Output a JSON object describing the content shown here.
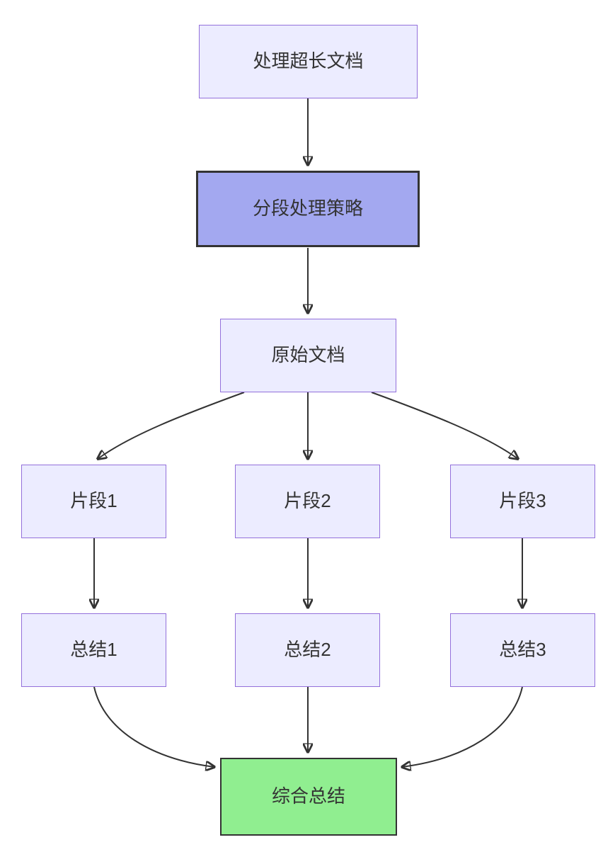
{
  "diagram": {
    "type": "flowchart-top-down",
    "nodes": {
      "start": {
        "label": "处理超长文档",
        "style": "default"
      },
      "strategy": {
        "label": "分段处理策略",
        "style": "highlight"
      },
      "original": {
        "label": "原始文档",
        "style": "default"
      },
      "fragment1": {
        "label": "片段1",
        "style": "default"
      },
      "fragment2": {
        "label": "片段2",
        "style": "default"
      },
      "fragment3": {
        "label": "片段3",
        "style": "default"
      },
      "summary1": {
        "label": "总结1",
        "style": "default"
      },
      "summary2": {
        "label": "总结2",
        "style": "default"
      },
      "summary3": {
        "label": "总结3",
        "style": "default"
      },
      "final": {
        "label": "综合总结",
        "style": "success"
      }
    },
    "edges": [
      {
        "from": "start",
        "to": "strategy"
      },
      {
        "from": "strategy",
        "to": "original"
      },
      {
        "from": "original",
        "to": "fragment1"
      },
      {
        "from": "original",
        "to": "fragment2"
      },
      {
        "from": "original",
        "to": "fragment3"
      },
      {
        "from": "fragment1",
        "to": "summary1"
      },
      {
        "from": "fragment2",
        "to": "summary2"
      },
      {
        "from": "fragment3",
        "to": "summary3"
      },
      {
        "from": "summary1",
        "to": "final"
      },
      {
        "from": "summary2",
        "to": "final"
      },
      {
        "from": "summary3",
        "to": "final"
      }
    ],
    "colors": {
      "node_fill": "#ECECFF",
      "node_border": "#9370DB",
      "highlight_fill": "#A3A8F0",
      "highlight_border": "#333333",
      "success_fill": "#90EE90",
      "success_border": "#333333",
      "edge_color": "#333333",
      "text_color": "#333333",
      "background": "#FFFFFF"
    }
  }
}
